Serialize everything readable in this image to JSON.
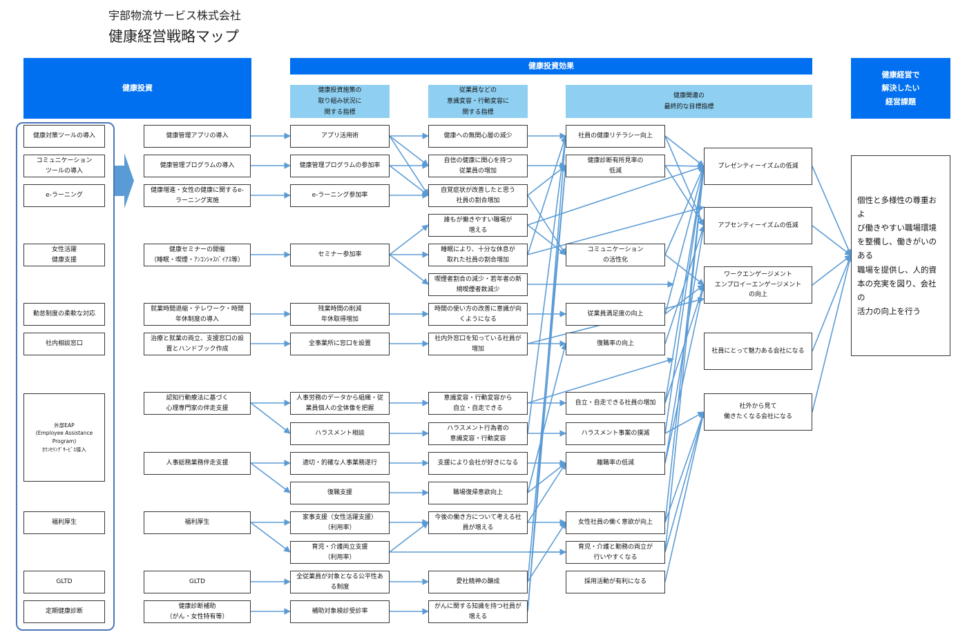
{
  "header": {
    "company": "宇部物流サービス株式会社",
    "title": "健康経営戦略マップ"
  },
  "banners": {
    "investment": "健康投資",
    "effect": "健康投資効果",
    "management": "健康経営で\n解決したい\n経営課題"
  },
  "subheaders": {
    "indicator_a": "健康投資施策の\n取り組み状況に\n関する指標",
    "indicator_b": "従業員などの\n意識変容・行動変容に\n関する指標",
    "indicator_c": "健康関連の\n最終的な目標指標"
  },
  "categories": [
    "健康対策ツールの導入",
    "コミュニケーション\nツールの導入",
    "e-ラーニング",
    "女性活躍\n健康支援",
    "勤怠制度の柔軟な対応",
    "社内相談窓口",
    "外部EAP\n(Employee Assistance Program)\nｶｳﾝｾﾘﾝｸﾞｻｰﾋﾞｽ導入",
    "福利厚生",
    "GLTD",
    "定期健康診断"
  ],
  "measures": [
    "健康管理アプリの導入",
    "健康管理プログラムの導入",
    "健康増進・女性の健康に関するe-\nラーニング実施",
    "健康セミナーの開催\n（睡眠・喫煙・ｱﾝｺﾝｼｬｽﾊﾞｲｱｽ等）",
    "就業時間退縮・テレワーク・時間\n年休制度の導入",
    "治療と就業の両立、支援窓口の設\n置とハンドブック作成",
    "認知行動療法に基づく\n心理専門家の伴走支援",
    "人事総務業務伴走支援",
    "福利厚生",
    "GLTD",
    "健康診断補助\n（がん・女性特有等）"
  ],
  "indicators_a": [
    "アプリ活用術",
    "健康管理プログラムの参加率",
    "e-ラーニング参加率",
    "セミナー参加率",
    "残業時間の削減\n年休取得増加",
    "全事業所に窓口を設置",
    "人事労務のデータから組織・従\n業員個人の全体像を把握",
    "ハラスメント相談",
    "適切・的確な人事業務遂行",
    "復職支援",
    "家事支援（女性活躍支援）\n（利用率）",
    "育児・介護両立支援\n（利用率）",
    "全従業員が対象となる公平性あ\nる制度",
    "補助対象検診受診率"
  ],
  "indicators_b": [
    "健康への無関心層の減少",
    "自信の健康に関心を持つ\n従業員の増加",
    "自覚症状が改善したと思う\n社員の割合増加",
    "誰もが働きやすい職場が\n増える",
    "睡眠により、十分な休息が\n取れた社員の割合増加",
    "喫煙者割合の減少・若年者の新\n規喫煙者数減少",
    "時間の使い方の改善に意識が向\nくようになる",
    "社内外窓口を知っている社員が\n増加",
    "意識変容・行動変容から\n自立・自走できる",
    "ハラスメント行為者の\n意識変容・行動変容",
    "支援により会社が好きになる",
    "職場復帰意欲向上",
    "今後の働き方について考える社\n員が増える",
    "愛社精神の醸成",
    "がんに関する知識を持つ社員が\n増える"
  ],
  "targets": [
    "社員の健康リテラシー向上",
    "健康診断有所見率の\n低減",
    "コミュニケーション\nの活性化",
    "従業員満足度の向上",
    "復職率の向上",
    "自立・自走できる社員の増加",
    "ハラスメント事案の撲滅",
    "離職率の低減",
    "女性社員の働く意欲が向上",
    "育児・介護と勤務の両立が\n行いやすくなる",
    "採用活動が有利になる"
  ],
  "outcomes": [
    "プレゼンティーイズムの低減",
    "アブセンティーイズムの低減",
    "ワークエンゲージメント\nエンプロイーエンゲージメント\nの向上",
    "社員にとって魅力ある会社になる",
    "社外から見て\n働きたくなる会社になる"
  ],
  "management_goal": "個性と多様性の尊重およ\nび働きやすい職場環境\nを整備し、働きがいのある\n職場を提供し、人的資\n本の充実を図り、会社の\n活力の向上を行う",
  "colors": {
    "banner": "#0070f0",
    "subheader": "#8fd0f2",
    "arrow": "#5b9bd5",
    "group_border": "#4a76b8",
    "big_arrow": "#5b9bd5"
  }
}
